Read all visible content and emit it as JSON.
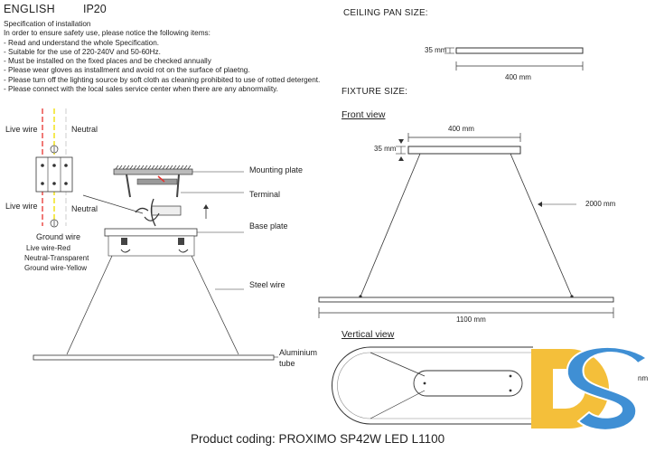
{
  "header": {
    "language": "ENGLISH",
    "ip_rating": "IP20"
  },
  "specification": {
    "title": "Specification of installation",
    "intro": "In order to ensure safety use, please notice the following items:",
    "items": [
      "- Read and understand the whole Specification.",
      "- Suitable for the use of 220-240V and 50-60Hz.",
      "- Must be installed on the fixed places and be checked annually",
      "- Please wear gloves as installment and avoid rot on the surface of plaetng.",
      "- Please turn off the lighting source by soft cloth as cleaning prohibited to use of rotted detergent.",
      "- Please connect with the local sales service center when there are any abnormality."
    ]
  },
  "wiring": {
    "live_wire": "Live wire",
    "neutral": "Neutral",
    "ground_wire": "Ground wire",
    "legend_1": "Live wire-Red",
    "legend_2": "Neutral-Transparent",
    "legend_3": "Ground wire-Yellow",
    "wire_colors": {
      "live": "#e8322e",
      "neutral": "#d9d9d9",
      "ground": "#f2e21a"
    }
  },
  "install_parts": {
    "mounting_plate": "Mounting plate",
    "terminal": "Terminal",
    "base_plate": "Base plate",
    "steel_wire": "Steel wire",
    "aluminium_1": "Aluminium",
    "aluminium_2": "tube"
  },
  "ceiling_pan": {
    "title": "CEILING PAN  SIZE:",
    "height": "35 mm",
    "width": "400 mm"
  },
  "fixture": {
    "title": "FIXTURE SIZE:",
    "front_view": "Front view",
    "top_width": "400 mm",
    "top_height": "35 mm",
    "drop": "2000 mm",
    "length": "1100 mm"
  },
  "vertical_view": {
    "title": "Vertical view",
    "partial_text": "nm"
  },
  "logo": {
    "letters": "DS",
    "colors": {
      "d": "#f4bf3a",
      "s": "#3f8fd4"
    }
  },
  "footer": {
    "product_coding": "Product coding: PROXIMO SP42W LED L1100"
  }
}
